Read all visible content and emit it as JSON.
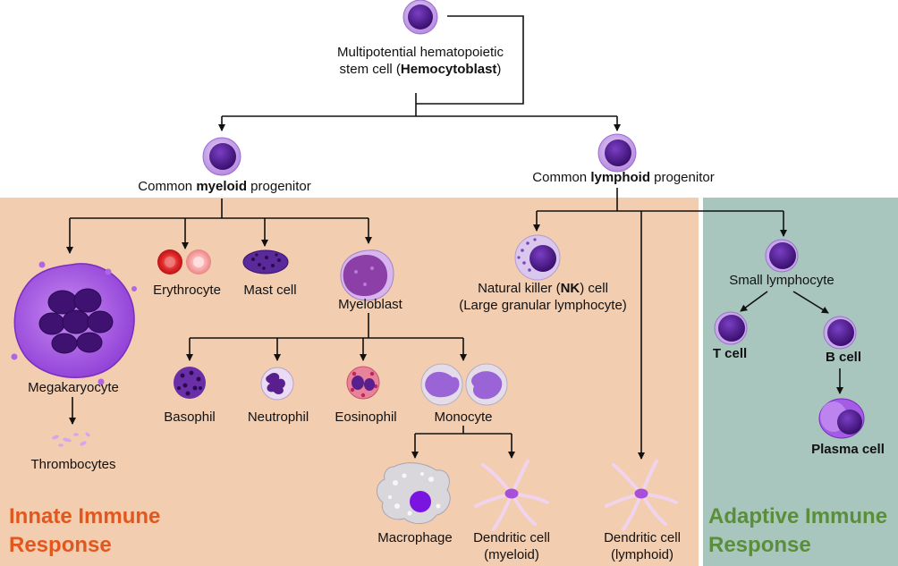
{
  "zones": {
    "innate": "Innate Immune\nResponse",
    "innate_line1": "Innate Immune",
    "innate_line2": "Response",
    "adaptive_line1": "Adaptive Immune",
    "adaptive_line2": "Response"
  },
  "cells": {
    "stem": {
      "line1": "Multipotential hematopoietic",
      "line2_pre": "stem cell (",
      "line2_bold": "Hemocytoblast",
      "line2_post": ")"
    },
    "myeloid": {
      "pre": "Common ",
      "bold": "myeloid",
      "post": " progenitor"
    },
    "lymphoid": {
      "pre": "Common ",
      "bold": "lymphoid",
      "post": " progenitor"
    },
    "megakaryocyte": "Megakaryocyte",
    "thrombocytes": "Thrombocytes",
    "erythrocyte": "Erythrocyte",
    "mast_cell": "Mast cell",
    "myeloblast": "Myeloblast",
    "basophil": "Basophil",
    "neutrophil": "Neutrophil",
    "eosinophil": "Eosinophil",
    "monocyte": "Monocyte",
    "macrophage": "Macrophage",
    "dendritic_myeloid": {
      "line1": "Dendritic cell",
      "line2": "(myeloid)"
    },
    "dendritic_lymphoid": {
      "line1": "Dendritic cell",
      "line2": "(lymphoid)"
    },
    "nk": {
      "pre": "Natural killer (",
      "bold": "NK",
      "post": ") cell",
      "line2": "(Large granular lymphocyte)"
    },
    "small_lymphocyte": "Small lymphocyte",
    "t_cell": "T cell",
    "b_cell": "B cell",
    "plasma_cell": "Plasma cell"
  },
  "colors": {
    "innate_bg": "#f2cdb0",
    "adaptive_bg": "#a8c6bd",
    "innate_title": "#e2571e",
    "adaptive_title": "#5a8e3a",
    "nucleus": "#4a1682",
    "cytoplasm": "#c7a6e8",
    "erythrocyte": "#d8141b"
  }
}
